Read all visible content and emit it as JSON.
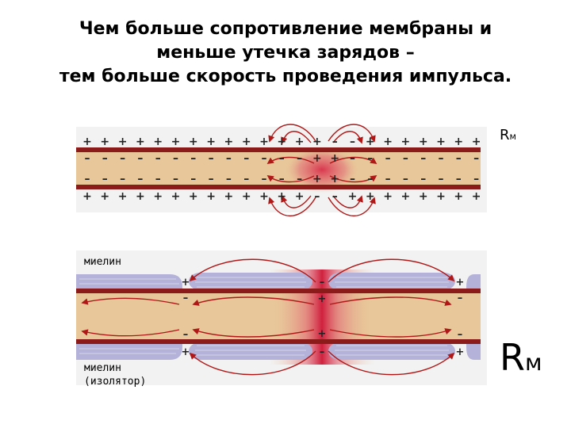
{
  "title": {
    "line1": "Чем больше сопротивление мембраны и",
    "line2": "меньше утечка зарядов –",
    "line3": "тем больше скорость проведения импульса."
  },
  "panel_top": {
    "rm_main": "R",
    "rm_sub": "м",
    "top_signs": [
      "+",
      "+",
      "+",
      "+",
      "+",
      "+",
      "+",
      "+",
      "+",
      "+",
      "+",
      "+",
      "+",
      "+",
      "–",
      "–",
      "+",
      "+",
      "+",
      "+",
      "+",
      "+",
      "+"
    ],
    "inner_top_signs": [
      "–",
      "–",
      "–",
      "–",
      "–",
      "–",
      "–",
      "–",
      "–",
      "–",
      "–",
      "–",
      "–",
      "+",
      "+",
      "–",
      "–",
      "–",
      "–",
      "–",
      "–",
      "–",
      "–"
    ],
    "inner_bottom_signs": [
      "–",
      "–",
      "–",
      "–",
      "–",
      "–",
      "–",
      "–",
      "–",
      "–",
      "–",
      "–",
      "–",
      "+",
      "+",
      "–",
      "–",
      "–",
      "–",
      "–",
      "–",
      "–",
      "–"
    ],
    "bottom_signs": [
      "+",
      "+",
      "+",
      "+",
      "+",
      "+",
      "+",
      "+",
      "+",
      "+",
      "+",
      "+",
      "+",
      "–",
      "–",
      "+",
      "+",
      "+",
      "+",
      "+",
      "+",
      "+",
      "+"
    ]
  },
  "panel_bottom": {
    "myelin_label": "миелин",
    "myelin_insulator_line1": "миелин",
    "myelin_insulator_line2": "(изолятор)",
    "rm_main": "R",
    "rm_sub": "м",
    "node_signs": {
      "left_top_outer": "+",
      "left_top_inner": "–",
      "mid_top_outer": "–",
      "mid_top_inner": "+",
      "right_top_outer": "+",
      "right_top_inner": "–",
      "left_bottom_inner": "–",
      "left_bottom_outer": "+",
      "mid_bottom_inner": "+",
      "mid_bottom_outer": "–",
      "right_bottom_inner": "–",
      "right_bottom_outer": "+"
    }
  },
  "colors": {
    "axon_fill": "#e8c89a",
    "membrane": "#8b1a1a",
    "myelin": "#b4b2d8",
    "current": "#b01818",
    "impulse": "#d8304a"
  }
}
